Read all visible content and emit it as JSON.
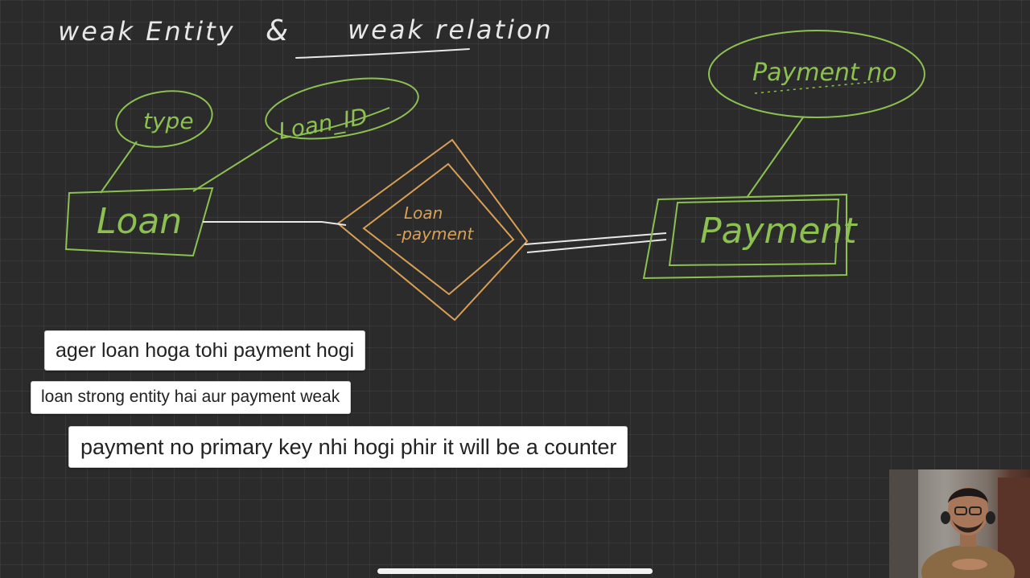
{
  "title": {
    "left": "weak Entity",
    "amp": "&",
    "right": "weak relation"
  },
  "attributes": {
    "type": "type",
    "loan_id": "Loan_ID",
    "payment_no": "Payment no"
  },
  "entities": {
    "loan": "Loan",
    "payment": "Payment"
  },
  "relationship": {
    "line1": "Loan",
    "line2": "-payment"
  },
  "notes": [
    "ager loan hoga tohi payment hogi",
    "loan strong entity hai aur payment weak",
    "payment no primary key nhi hogi phir it will be a counter"
  ],
  "colors": {
    "background": "#2b2b2b",
    "ink_white": "#e8e8e8",
    "ink_green": "#8cc152",
    "ink_orange": "#d9a055",
    "note_bg": "#ffffff"
  }
}
